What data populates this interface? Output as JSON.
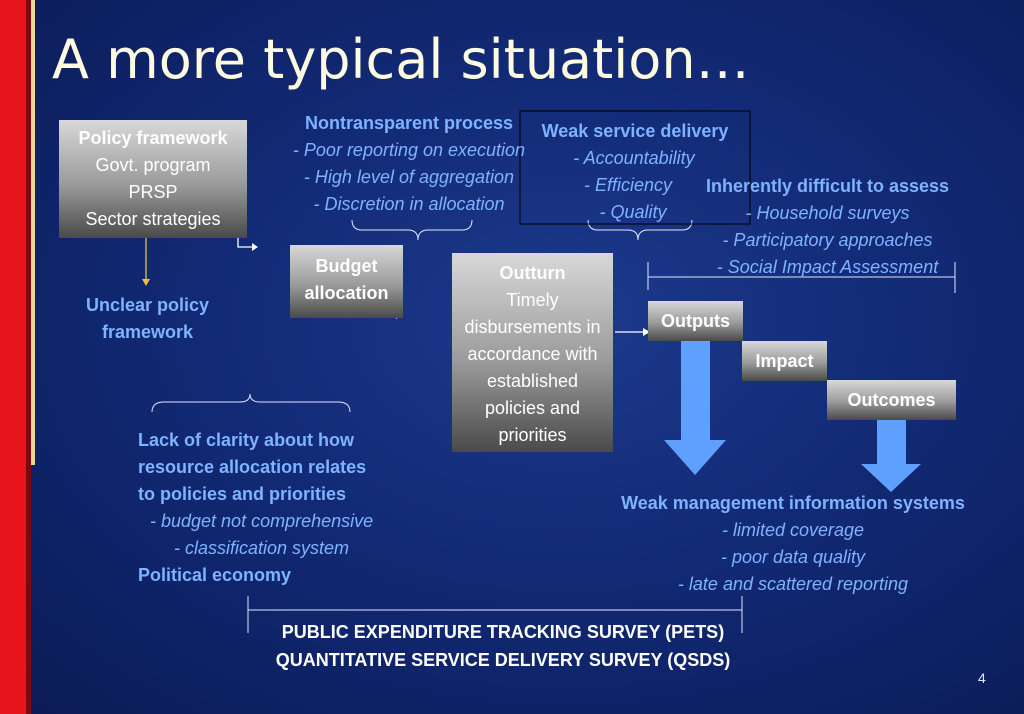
{
  "title": "A more typical situation…",
  "policy_box": {
    "heading": "Policy framework",
    "lines": [
      "Govt. program",
      "PRSP",
      "Sector strategies"
    ]
  },
  "unclear_policy": [
    "Unclear policy",
    "framework"
  ],
  "nontransparent": {
    "heading": "Nontransparent process",
    "items": [
      "- Poor reporting on execution",
      "- High level of aggregation",
      "- Discretion in allocation"
    ]
  },
  "budget_box": [
    "Budget",
    "allocation"
  ],
  "weak_service": {
    "heading": "Weak service delivery",
    "items": [
      "- Accountability",
      "- Efficiency",
      "- Quality"
    ]
  },
  "difficult": {
    "heading": "Inherently difficult to assess",
    "items": [
      "- Household surveys",
      "- Participatory approaches",
      "- Social Impact Assessment"
    ]
  },
  "outturn_box": {
    "heading": "Outturn",
    "lines": [
      "Timely",
      "disbursements in",
      "accordance with",
      "established",
      "policies and",
      "priorities"
    ]
  },
  "outputs_label": "Outputs",
  "impact_label": "Impact",
  "outcomes_label": "Outcomes",
  "lack_clarity": {
    "lines": [
      "Lack of clarity about how",
      "resource allocation relates",
      "to policies and priorities"
    ],
    "items": [
      "- budget not comprehensive",
      "- classification system"
    ],
    "footer": "Political economy"
  },
  "weak_mis": {
    "heading": "Weak management information systems",
    "items": [
      "- limited coverage",
      "- poor data quality",
      "- late and scattered reporting"
    ]
  },
  "pets": "PUBLIC EXPENDITURE TRACKING SURVEY (PETS)",
  "qsds": "QUANTITATIVE SERVICE DELIVERY SURVEY (QSDS)",
  "page_number": "4",
  "colors": {
    "background": "#122a75",
    "accent_red": "#e8141c",
    "title": "#fffbe0",
    "label_blue": "#7fb2ff",
    "arrow_blue": "#5fa0ff"
  }
}
